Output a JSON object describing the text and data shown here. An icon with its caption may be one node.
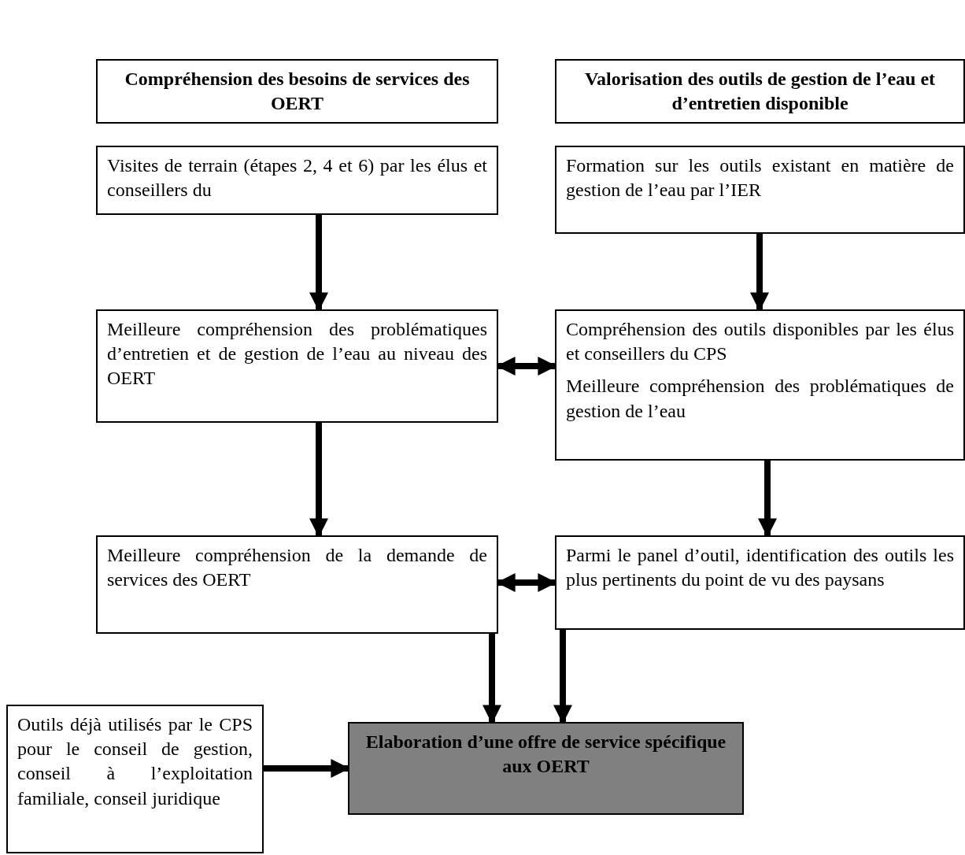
{
  "diagram": {
    "nodes": [
      {
        "text": [
          "Compréhension des besoins de services des OERT"
        ]
      },
      {
        "text": [
          "Valorisation des outils de gestion de l’eau et d’entretien disponible"
        ]
      },
      {
        "text": [
          "Visites de terrain (étapes 2, 4 et 6) par les élus et conseillers du"
        ]
      },
      {
        "text": [
          "Formation sur les outils existant en matière de gestion de l’eau par l’IER"
        ]
      },
      {
        "text": [
          "Meilleure compréhension des problématiques d’entretien et de gestion de l’eau au niveau des OERT"
        ]
      },
      {
        "text": [
          "Compréhension des outils disponibles par les élus et conseillers du CPS",
          "Meilleure compréhension des problématiques de gestion de l’eau"
        ]
      },
      {
        "text": [
          "Meilleure compréhension de la demande de services des OERT"
        ]
      },
      {
        "text": [
          "Parmi le panel d’outil, identification des outils les plus pertinents du point de vu des paysans"
        ]
      },
      {
        "text": [
          "Outils déjà utilisés par le CPS pour le conseil de gestion, conseil à l’exploitation familiale, conseil juridique"
        ]
      },
      {
        "text": [
          "Elaboration d’une offre de service spécifique aux OERT"
        ]
      }
    ],
    "edges": [
      {
        "from": 2,
        "to": 4,
        "arrow": "to"
      },
      {
        "from": 3,
        "to": 5,
        "arrow": "to"
      },
      {
        "from": 4,
        "to": 5,
        "arrow": "both"
      },
      {
        "from": 4,
        "to": 6,
        "arrow": "to"
      },
      {
        "from": 5,
        "to": 7,
        "arrow": "to"
      },
      {
        "from": 6,
        "to": 7,
        "arrow": "both"
      },
      {
        "from": 6,
        "to": 9,
        "arrow": "to"
      },
      {
        "from": 7,
        "to": 9,
        "arrow": "to"
      },
      {
        "from": 8,
        "to": 9,
        "arrow": "to"
      }
    ]
  }
}
